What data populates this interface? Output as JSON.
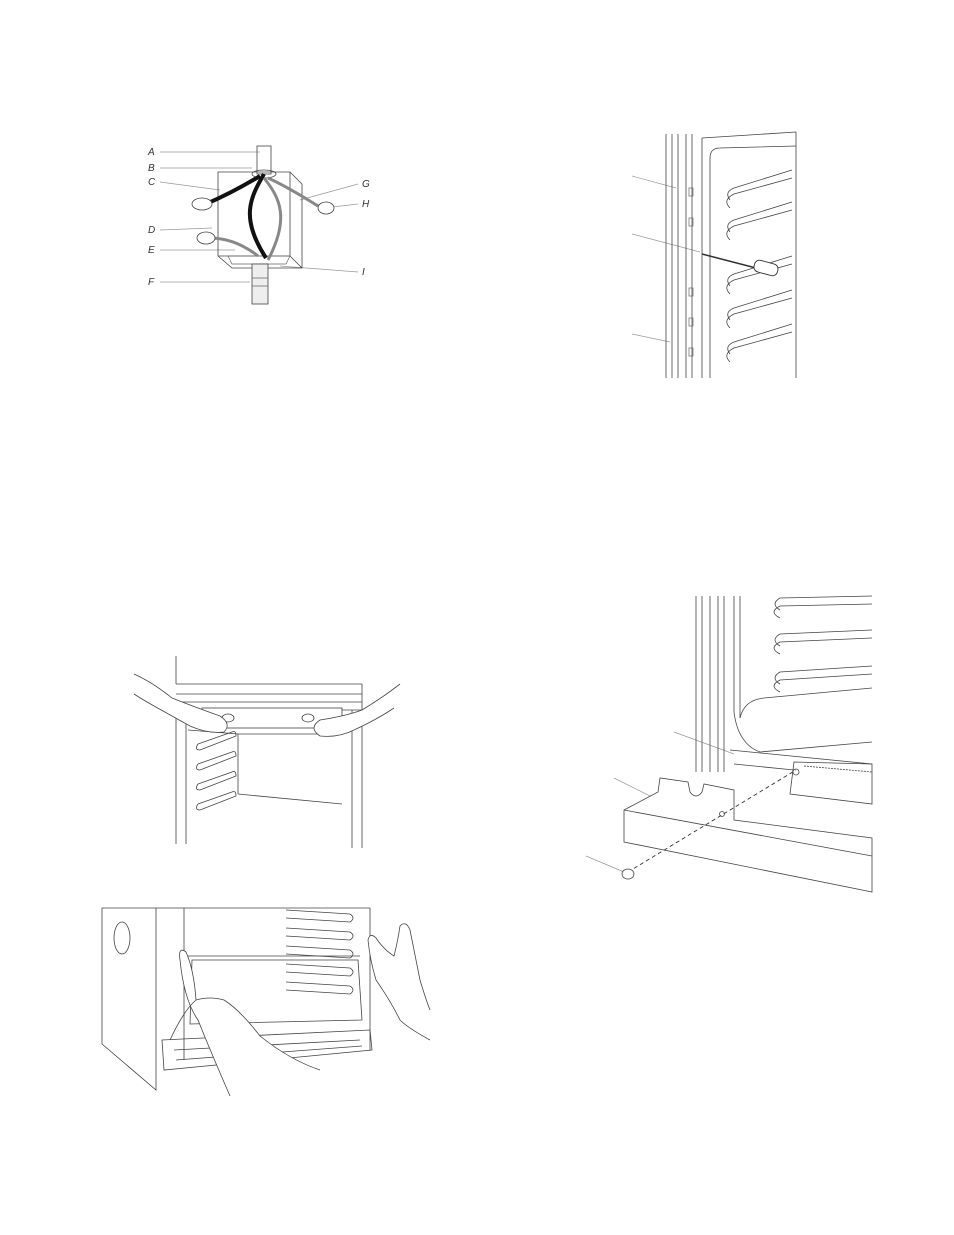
{
  "figures": {
    "junction_box": {
      "labels": [
        "A",
        "B",
        "C",
        "D",
        "E",
        "F",
        "G",
        "H",
        "I"
      ]
    },
    "door_hinge_screw": {},
    "lift_panel": {},
    "push_oven": {},
    "bottom_bracket": {}
  }
}
